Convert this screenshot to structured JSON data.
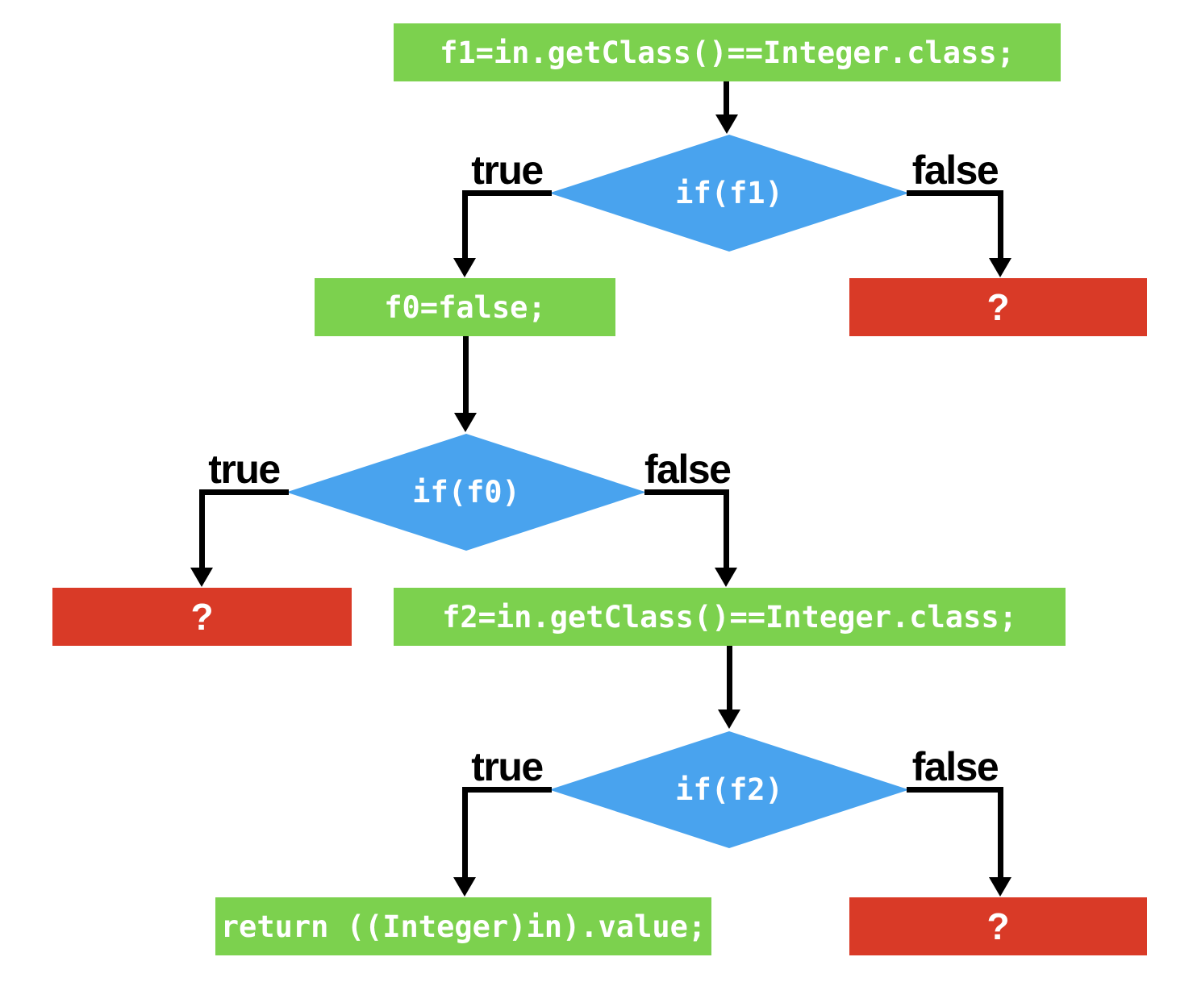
{
  "diagram": {
    "type": "flowchart",
    "title": "",
    "colors": {
      "process": "#7cd14e",
      "decision": "#49a3ee",
      "terminal": "#d93a27",
      "line": "#000000",
      "node_text": "#ffffff",
      "branch_label": "#000000",
      "background": "#ffffff"
    },
    "nodes": [
      {
        "id": "stmt-f1",
        "type": "process",
        "label": "f1=in.getClass()==Integer.class;"
      },
      {
        "id": "if-f1",
        "type": "decision",
        "label": "if(f1)"
      },
      {
        "id": "stmt-f0",
        "type": "process",
        "label": "f0=false;"
      },
      {
        "id": "unknown-top",
        "type": "terminal",
        "label": "?"
      },
      {
        "id": "if-f0",
        "type": "decision",
        "label": "if(f0)"
      },
      {
        "id": "unknown-left",
        "type": "terminal",
        "label": "?"
      },
      {
        "id": "stmt-f2",
        "type": "process",
        "label": "f2=in.getClass()==Integer.class;"
      },
      {
        "id": "if-f2",
        "type": "decision",
        "label": "if(f2)"
      },
      {
        "id": "stmt-return",
        "type": "process",
        "label": "return ((Integer)in).value;"
      },
      {
        "id": "unknown-bottom",
        "type": "terminal",
        "label": "?"
      }
    ],
    "edges": [
      {
        "from": "stmt-f1",
        "to": "if-f1",
        "label": ""
      },
      {
        "from": "if-f1",
        "to": "stmt-f0",
        "label": "true"
      },
      {
        "from": "if-f1",
        "to": "unknown-top",
        "label": "false"
      },
      {
        "from": "stmt-f0",
        "to": "if-f0",
        "label": ""
      },
      {
        "from": "if-f0",
        "to": "unknown-left",
        "label": "true"
      },
      {
        "from": "if-f0",
        "to": "stmt-f2",
        "label": "false"
      },
      {
        "from": "stmt-f2",
        "to": "if-f2",
        "label": ""
      },
      {
        "from": "if-f2",
        "to": "stmt-return",
        "label": "true"
      },
      {
        "from": "if-f2",
        "to": "unknown-bottom",
        "label": "false"
      }
    ]
  }
}
